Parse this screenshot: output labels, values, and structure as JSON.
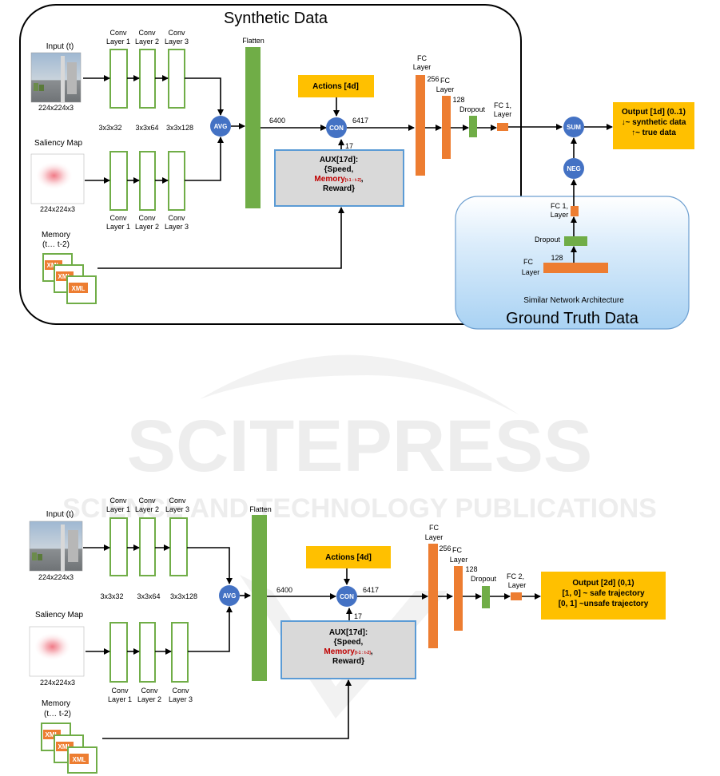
{
  "watermark": {
    "title": "SCITEPRESS",
    "subtitle": "SCIENCE AND TECHNOLOGY PUBLICATIONS"
  },
  "colors": {
    "conv_outline": "#70ad47",
    "flatten": "#70ad47",
    "fc_layer": "#ed7d31",
    "output_box": "#ffc000",
    "node": "#4472c4",
    "aux_box_fill": "#d9d9d9",
    "aux_box_border": "#5b9bd5",
    "ground_truth_fill": "#cfe6f8",
    "memory_highlight": "#c00000"
  },
  "top": {
    "title": "Synthetic Data",
    "input_label": "Input (t)",
    "input_size": "224x224x3",
    "saliency_label": "Saliency Map",
    "saliency_size": "224x224x3",
    "memory_label_1": "Memory",
    "memory_label_2": "(t… t-2)",
    "xml_label": "XML",
    "conv_top": [
      {
        "l1": "Conv",
        "l2": "Layer 1"
      },
      {
        "l1": "Conv",
        "l2": "Layer 2"
      },
      {
        "l1": "Conv",
        "l2": "Layer 3"
      }
    ],
    "conv_bottom": [
      {
        "l1": "Conv",
        "l2": "Layer 1"
      },
      {
        "l1": "Conv",
        "l2": "Layer 2"
      },
      {
        "l1": "Conv",
        "l2": "Layer 3"
      }
    ],
    "kernels": [
      "3x3x32",
      "3x3x64",
      "3x3x128"
    ],
    "avg": "AVG",
    "flatten": "Flatten",
    "dim_6400": "6400",
    "con": "CON",
    "dim_6417": "6417",
    "dim_17": "17",
    "actions": "Actions [4d]",
    "aux_1": "AUX[17d]:",
    "aux_2": "{Speed,",
    "aux_mem": "Memory",
    "aux_mem_sub": "[t-1 : t-2]",
    "aux_comma": ",",
    "aux_3": "Reward}",
    "fc1": {
      "l1": "FC",
      "l2": "Layer",
      "dim": "256"
    },
    "fc2": {
      "l1": "FC",
      "l2": "Layer",
      "dim": "128"
    },
    "dropout": "Dropout",
    "fc_out": {
      "l1": "FC 1,",
      "l2": "Layer"
    },
    "sum": "SUM",
    "neg": "NEG",
    "output_1": "Output [1d] (0..1)",
    "output_2": "↓~ synthetic data",
    "output_3": "↑~ true data",
    "gt_fc_out": {
      "l1": "FC 1,",
      "l2": "Layer"
    },
    "gt_dropout": "Dropout",
    "gt_fc": {
      "l1": "FC",
      "l2": "Layer",
      "dim": "128"
    },
    "gt_similar": "Similar Network Architecture",
    "gt_title": "Ground Truth Data"
  },
  "bottom": {
    "input_label": "Input (t)",
    "input_size": "224x224x3",
    "saliency_label": "Saliency Map",
    "saliency_size": "224x224x3",
    "memory_label_1": "Memory",
    "memory_label_2": "(t… t-2)",
    "xml_label": "XML",
    "conv_top": [
      {
        "l1": "Conv",
        "l2": "Layer 1"
      },
      {
        "l1": "Conv",
        "l2": "Layer 2"
      },
      {
        "l1": "Conv",
        "l2": "Layer 3"
      }
    ],
    "conv_bottom": [
      {
        "l1": "Conv",
        "l2": "Layer 1"
      },
      {
        "l1": "Conv",
        "l2": "Layer 2"
      },
      {
        "l1": "Conv",
        "l2": "Layer 3"
      }
    ],
    "kernels": [
      "3x3x32",
      "3x3x64",
      "3x3x128"
    ],
    "avg": "AVG",
    "flatten": "Flatten",
    "dim_6400": "6400",
    "con": "CON",
    "dim_6417": "6417",
    "dim_17": "17",
    "actions": "Actions [4d]",
    "aux_1": "AUX[17d]:",
    "aux_2": "{Speed,",
    "aux_mem": "Memory",
    "aux_mem_sub": "[t-1 : t-2]",
    "aux_comma": ",",
    "aux_3": "Reward}",
    "fc1": {
      "l1": "FC",
      "l2": "Layer",
      "dim": "256"
    },
    "fc2": {
      "l1": "FC",
      "l2": "Layer",
      "dim": "128"
    },
    "dropout": "Dropout",
    "fc_out": {
      "l1": "FC 2,",
      "l2": "Layer"
    },
    "output_1": "Output [2d] (0,1)",
    "output_2": "[1, 0] ~ safe trajectory",
    "output_3": "[0, 1] ~unsafe trajectory"
  }
}
